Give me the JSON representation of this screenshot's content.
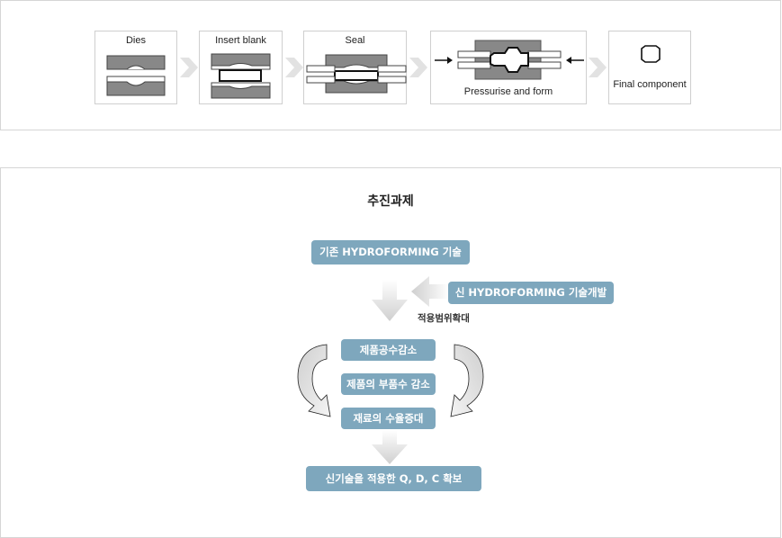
{
  "process": {
    "stages": [
      {
        "label": "Dies"
      },
      {
        "label": "Insert blank"
      },
      {
        "label": "Seal"
      },
      {
        "label": "Pressurise and form"
      },
      {
        "label": "Final component"
      }
    ]
  },
  "tasks": {
    "title": "추진과제",
    "existing_tech": "기존 HYDROFORMING 기술",
    "new_tech": "신 HYDROFORMING 기술개발",
    "expand_label": "적용범위확대",
    "benefits": [
      "제품공수감소",
      "제품의 부품수 감소",
      "재료의 수율증대"
    ],
    "result": "신기술을 적용한 Q, D, C 확보"
  },
  "colors": {
    "pill": "#7ea7bd",
    "die": "#888888",
    "arrow": "#e0e0e0"
  }
}
